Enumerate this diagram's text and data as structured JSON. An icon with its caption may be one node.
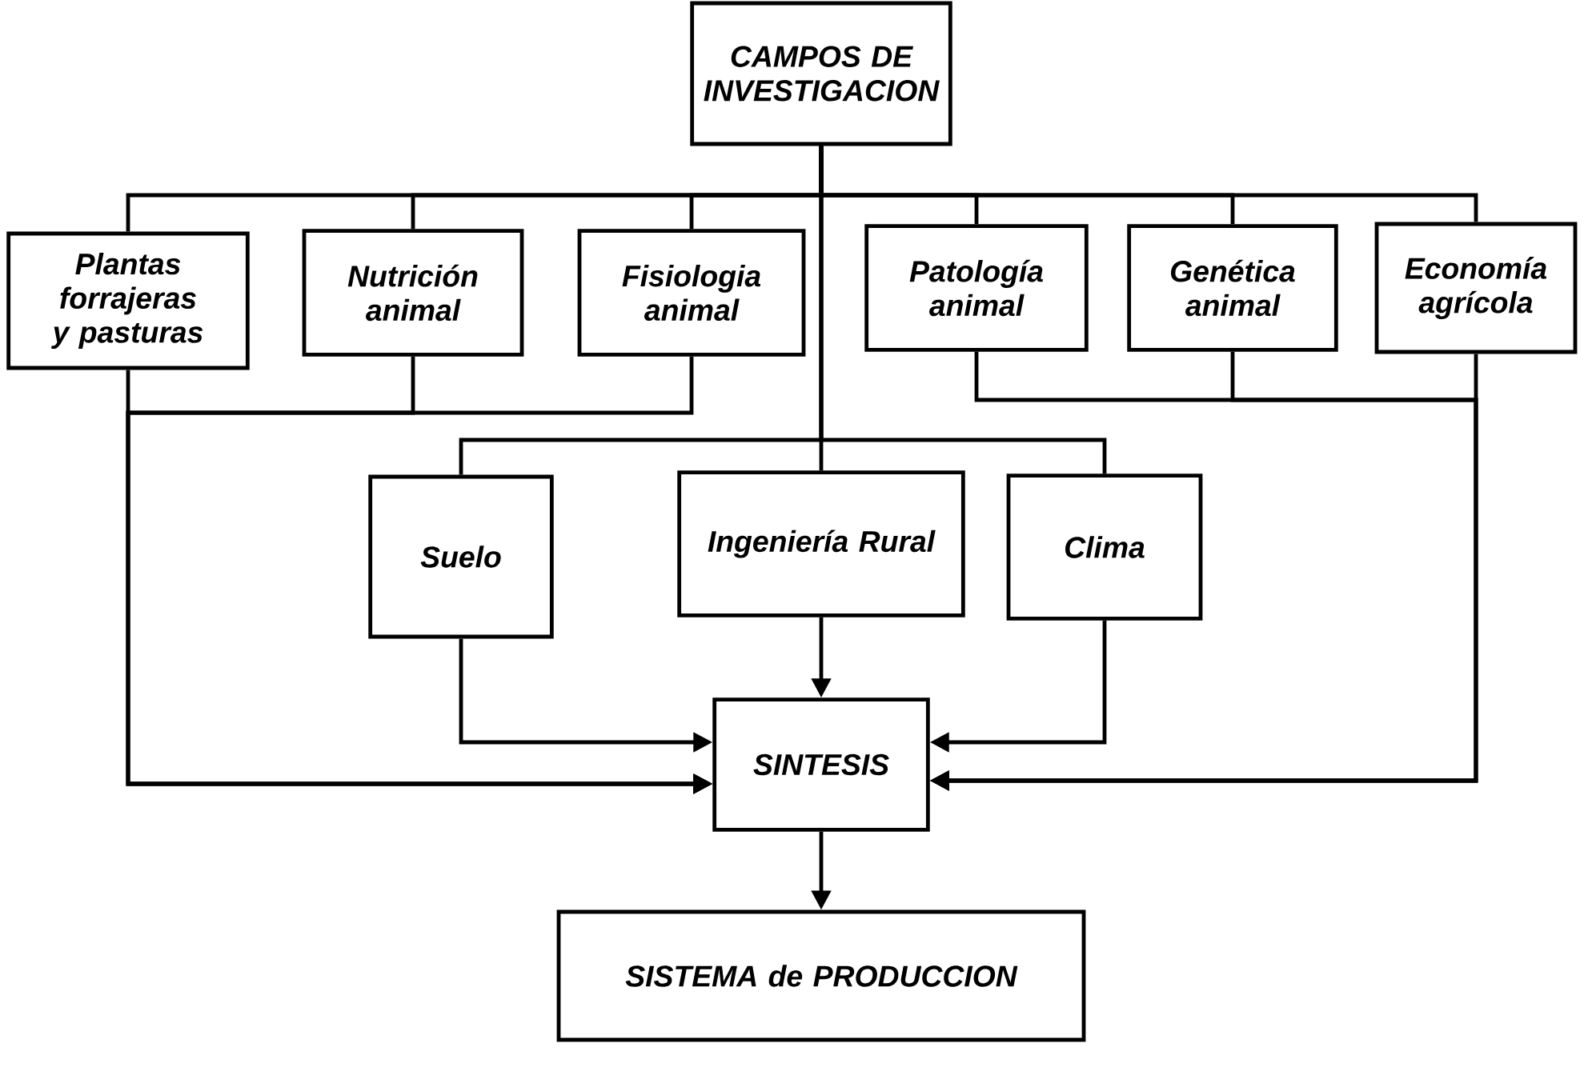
{
  "diagram": {
    "nodes": [
      {
        "text": [
          "CAMPOS DE INVESTIGACION"
        ]
      },
      {
        "text": [
          "Plantas forrajeras y pasturas"
        ]
      },
      {
        "text": [
          "Nutrición animal"
        ]
      },
      {
        "text": [
          "Fisiologia animal"
        ]
      },
      {
        "text": [
          "Patología animal"
        ]
      },
      {
        "text": [
          "Genética animal"
        ]
      },
      {
        "text": [
          "Economía agrícola"
        ]
      },
      {
        "text": [
          "Suelo"
        ]
      },
      {
        "text": [
          "Ingeniería Rural"
        ]
      },
      {
        "text": [
          "Clima"
        ]
      },
      {
        "text": [
          "SINTESIS"
        ]
      },
      {
        "text": [
          "SISTEMA de PRODUCCION"
        ]
      }
    ],
    "edges": [
      {
        "from": 0,
        "to": 1,
        "arrow": "none"
      },
      {
        "from": 0,
        "to": 2,
        "arrow": "none"
      },
      {
        "from": 0,
        "to": 3,
        "arrow": "none"
      },
      {
        "from": 0,
        "to": 4,
        "arrow": "none"
      },
      {
        "from": 0,
        "to": 5,
        "arrow": "none"
      },
      {
        "from": 0,
        "to": 6,
        "arrow": "none"
      },
      {
        "from": 0,
        "to": 7,
        "arrow": "none"
      },
      {
        "from": 0,
        "to": 8,
        "arrow": "none"
      },
      {
        "from": 0,
        "to": 9,
        "arrow": "none"
      },
      {
        "from": 1,
        "to": 10,
        "arrow": "to"
      },
      {
        "from": 2,
        "to": 10,
        "arrow": "to"
      },
      {
        "from": 3,
        "to": 10,
        "arrow": "to"
      },
      {
        "from": 4,
        "to": 10,
        "arrow": "to"
      },
      {
        "from": 5,
        "to": 10,
        "arrow": "to"
      },
      {
        "from": 6,
        "to": 10,
        "arrow": "to"
      },
      {
        "from": 7,
        "to": 10,
        "arrow": "to"
      },
      {
        "from": 8,
        "to": 10,
        "arrow": "to"
      },
      {
        "from": 9,
        "to": 10,
        "arrow": "to"
      },
      {
        "from": 10,
        "to": 11,
        "arrow": "to"
      }
    ]
  }
}
